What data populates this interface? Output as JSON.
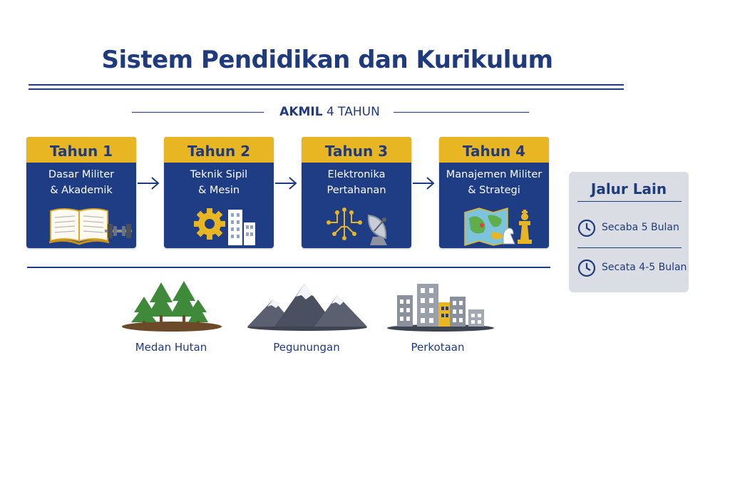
{
  "title": "Sistem Pendidikan dan Kurikulum",
  "akmil": {
    "bold": "AKMIL",
    "rest": " 4 TAHUN"
  },
  "years": [
    {
      "header": "Tahun 1",
      "line1": "Dasar Militer",
      "line2": "& Akademik",
      "icon": "book-dumbbell-icon"
    },
    {
      "header": "Tahun 2",
      "line1": "Teknik Sipil",
      "line2": "& Mesin",
      "icon": "gear-building-icon"
    },
    {
      "header": "Tahun 3",
      "line1": "Elektronika",
      "line2": "Pertahanan",
      "icon": "circuit-radar-icon"
    },
    {
      "header": "Tahun 4",
      "line1": "Manajemen Militer",
      "line2": "& Strategi",
      "icon": "map-chess-icon"
    }
  ],
  "side": {
    "title": "Jalur Lain",
    "items": [
      {
        "label": "Secaba 5 Bulan",
        "icon": "clock-icon"
      },
      {
        "label": "Secata 4-5 Bulan",
        "icon": "clock-icon"
      }
    ]
  },
  "terrains": [
    {
      "label": "Medan Hutan",
      "icon": "forest-icon"
    },
    {
      "label": "Pegunungan",
      "icon": "mountain-icon"
    },
    {
      "label": "Perkotaan",
      "icon": "city-icon"
    }
  ],
  "colors": {
    "navy": "#1f3d85",
    "gold": "#e8b623",
    "panel": "#dadde4"
  }
}
